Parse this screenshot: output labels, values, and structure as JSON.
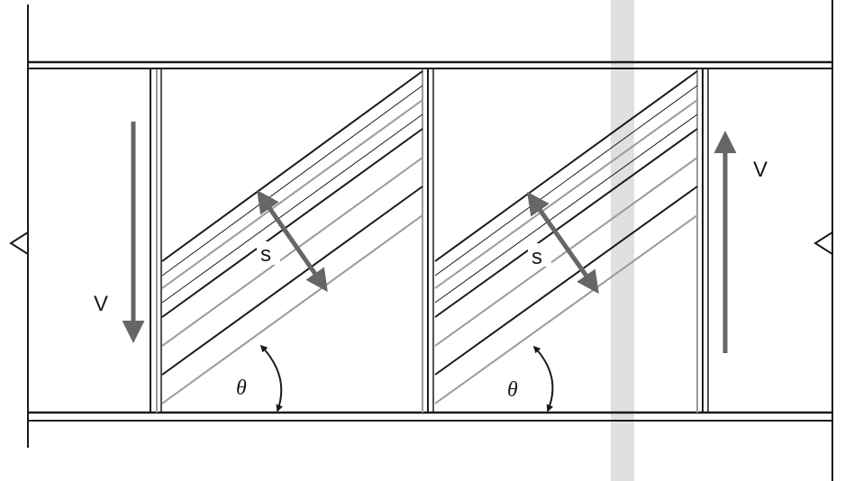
{
  "labels": {
    "shear_left": "V",
    "shear_right": "V",
    "spacing_left": "s",
    "spacing_right": "s",
    "angle_left": "θ",
    "angle_right": "θ"
  },
  "colors": {
    "ink": "#1a1a1a",
    "arrow_gray": "#666666",
    "hatch_gray": "#9a9a9a",
    "scan_band": "#d6d6d6"
  }
}
